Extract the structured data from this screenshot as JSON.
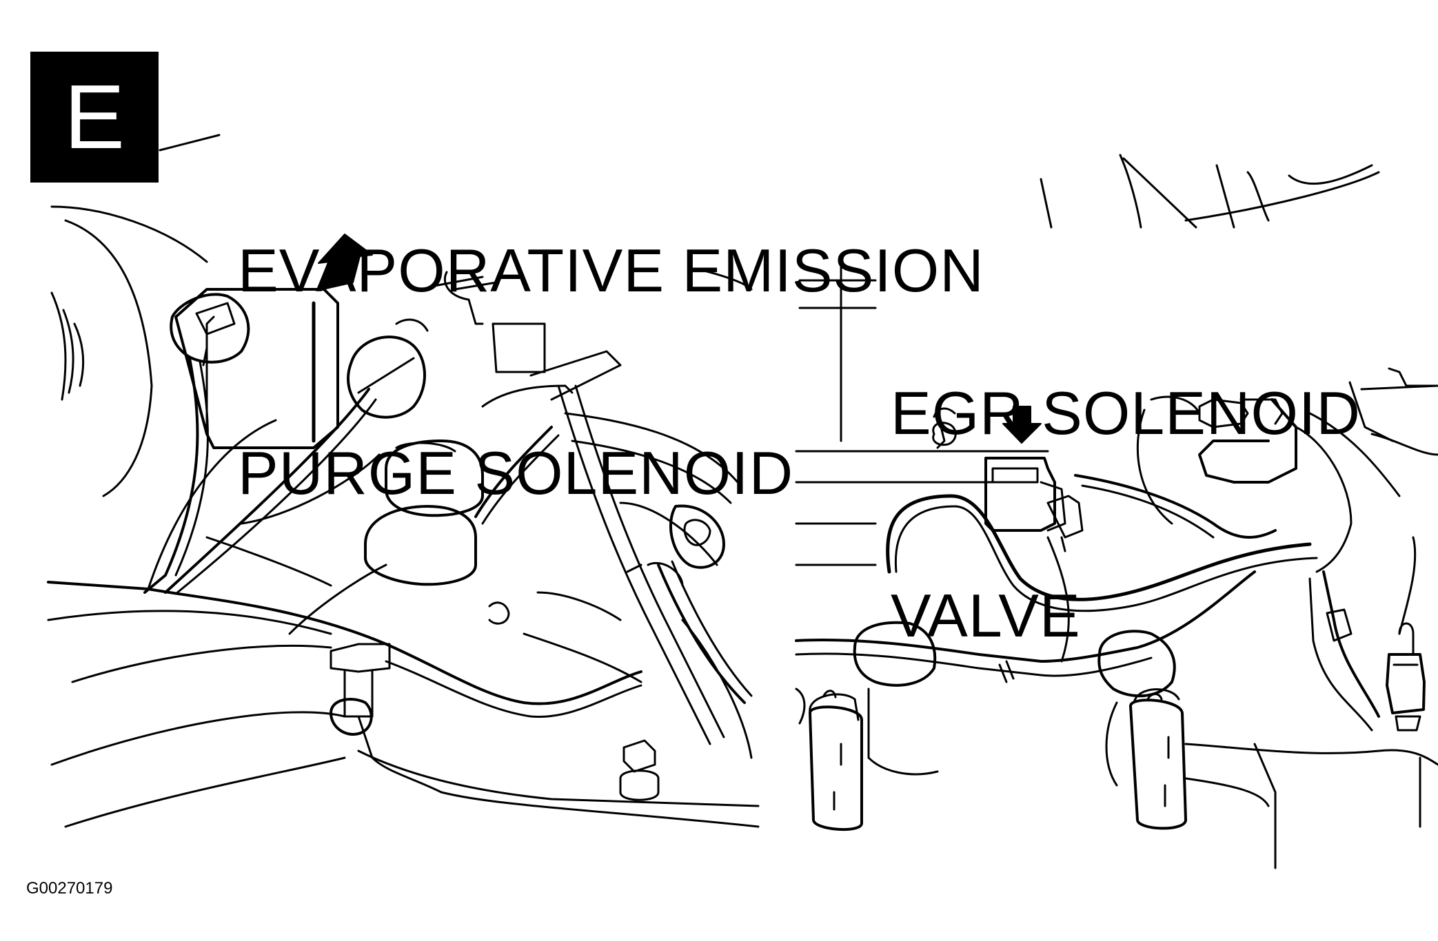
{
  "badge": {
    "letter": "E"
  },
  "callouts": {
    "evap": {
      "line1": "EVAPORATIVE EMISSION",
      "line2": "PURGE SOLENOID"
    },
    "egr": {
      "line1": "EGR SOLENOID",
      "line2": "VALVE"
    }
  },
  "figure_id": "G00270179",
  "colors": {
    "ink": "#000000",
    "paper": "#ffffff"
  }
}
